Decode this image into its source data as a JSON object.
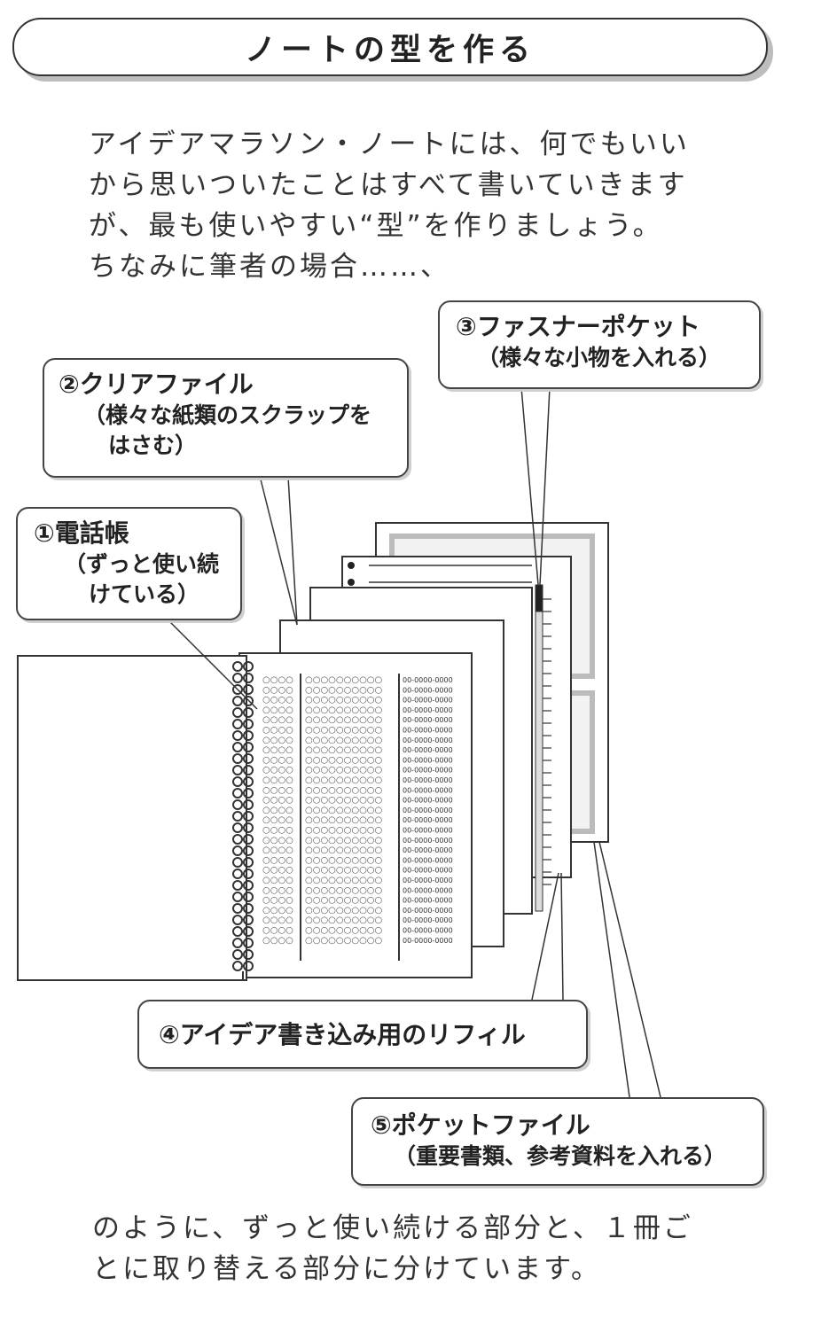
{
  "title": "ノートの型を作る",
  "intro_lines": [
    "アイデアマラソン・ノートには、何でもいい",
    "から思いついたことはすべて書いていきます",
    "が、最も使いやすい“型”を作りましょう。",
    "ちなみに筆者の場合……、"
  ],
  "callouts": {
    "c1": {
      "title": "①電話帳",
      "sub1": "（ずっと使い続",
      "sub2": "けている）"
    },
    "c2": {
      "title": "②クリアファイル",
      "sub1": "（様々な紙類のスクラップを",
      "sub2": "はさむ）"
    },
    "c3": {
      "title": "③ファスナーポケット",
      "sub1": "（様々な小物を入れる）"
    },
    "c4": {
      "title": "④アイデア書き込み用のリフィル"
    },
    "c5": {
      "title": "⑤ポケットファイル",
      "sub1": "（重要書類、参考資料を入れる）"
    }
  },
  "phonebook": {
    "name_placeholder": "○○○○",
    "address_placeholder": "○○○○○○○○○○",
    "phone_placeholder": "00-0000-0000",
    "row_count": 27
  },
  "outro_lines": [
    "のように、ずっと使い続ける部分と、１冊ご",
    "とに取り替える部分に分けています。"
  ]
}
